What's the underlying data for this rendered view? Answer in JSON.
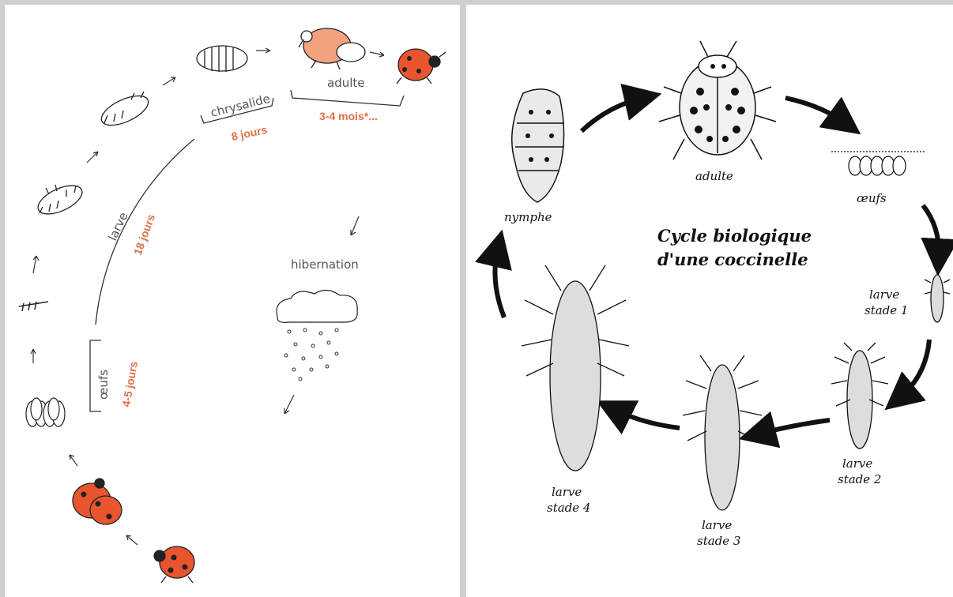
{
  "left": {
    "stages": {
      "eggs": "œufs",
      "larva": "larve",
      "chrysalis": "chrysalide",
      "adult": "adulte"
    },
    "durations": {
      "eggs": "4-5 jours",
      "larva": "18 jours",
      "chrysalis": "8 jours",
      "adult": "3-4 mois*..."
    },
    "hibernation": "hibernation",
    "colors": {
      "accent": "#e0704a",
      "ladybug": "#e8552e"
    }
  },
  "right": {
    "title_line1": "Cycle biologique",
    "title_line2": "d'une coccinelle",
    "labels": {
      "adult": "adulte",
      "eggs": "œufs",
      "nymph": "nymphe",
      "larva1_line1": "larve",
      "larva1_line2": "stade 1",
      "larva2_line1": "larve",
      "larva2_line2": "stade 2",
      "larva3_line1": "larve",
      "larva3_line2": "stade 3",
      "larva4_line1": "larve",
      "larva4_line2": "stade 4"
    }
  }
}
